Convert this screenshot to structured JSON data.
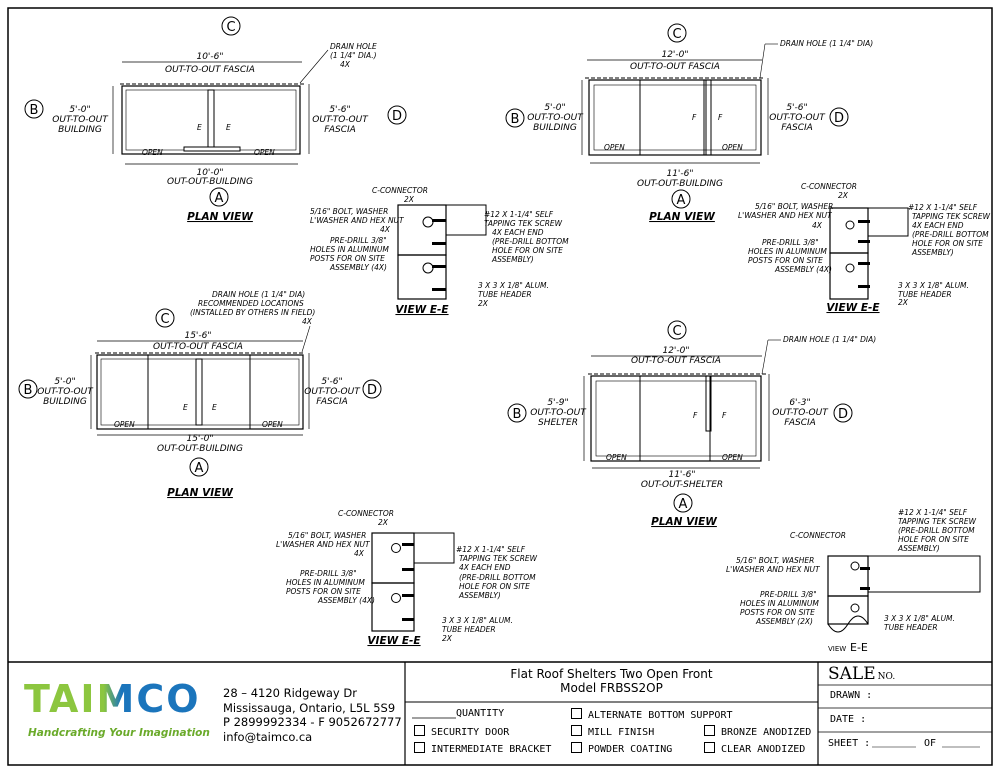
{
  "labels": {
    "c": "C",
    "a": "A",
    "b": "B",
    "d": "D",
    "e": "E",
    "f": "F",
    "open": "OPEN",
    "plan_view": "PLAN VIEW",
    "view_ee": "VIEW E-E",
    "view_ee_alt_1": "VIEW",
    "view_ee_alt_2": "E-E"
  },
  "plan1": {
    "top_dim": "10'-6\"",
    "top_sub": "OUT-TO-OUT FASCIA",
    "left_dim": "5'-0\"",
    "left_sub1": "OUT-TO-OUT",
    "left_sub2": "BUILDING",
    "right_dim": "5'-6\"",
    "right_sub1": "OUT-TO-OUT",
    "right_sub2": "FASCIA",
    "bottom_dim": "10'-0\"",
    "bottom_sub": "OUT-OUT-BUILDING",
    "drain1": "DRAIN HOLE",
    "drain2": "(1 1/4\" DIA.)",
    "drain3": "4X"
  },
  "plan2": {
    "top_dim": "12'-0\"",
    "top_sub": "OUT-TO-OUT FASCIA",
    "left_dim": "5'-0\"",
    "left_sub1": "OUT-TO-OUT",
    "left_sub2": "BUILDING",
    "right_dim": "5'-6\"",
    "right_sub1": "OUT-TO-OUT",
    "right_sub2": "FASCIA",
    "bottom_dim": "11'-6\"",
    "bottom_sub": "OUT-OUT-BUILDING",
    "drain": "DRAIN HOLE (1 1/4\" DIA)"
  },
  "plan3": {
    "drain1": "DRAIN HOLE (1 1/4\" DIA)",
    "drain2": "RECOMMENDED LOCATIONS",
    "drain3": "(INSTALLED BY OTHERS IN FIELD)",
    "drain4": "4X",
    "top_dim": "15'-6\"",
    "top_sub": "OUT-TO-OUT FASCIA",
    "left_dim": "5'-0\"",
    "left_sub1": "OUT-TO-OUT",
    "left_sub2": "BUILDING",
    "right_dim": "5'-6\"",
    "right_sub1": "OUT-TO-OUT",
    "right_sub2": "FASCIA",
    "bottom_dim": "15'-0\"",
    "bottom_sub": "OUT-OUT-BUILDING"
  },
  "plan4": {
    "top_dim": "12'-0\"",
    "top_sub": "OUT-TO-OUT FASCIA",
    "left_dim": "5'-9\"",
    "left_sub1": "OUT-TO-OUT",
    "left_sub2": "SHELTER",
    "right_dim": "6'-3\"",
    "right_sub1": "OUT-TO-OUT",
    "right_sub2": "FASCIA",
    "bottom_dim": "11'-6\"",
    "bottom_sub": "OUT-OUT-SHELTER",
    "drain": "DRAIN HOLE (1 1/4\" DIA)"
  },
  "detail": {
    "c_connector": "C-CONNECTOR",
    "c_connector_qty": "2X",
    "bolt1": "5/16\" BOLT, WASHER",
    "bolt2": "L'WASHER AND HEX NUT",
    "bolt_qty": "4X",
    "predrill1": "PRE-DRILL 3/8\"",
    "predrill2": "HOLES IN ALUMINUM",
    "predrill3": "POSTS FOR ON SITE",
    "predrill4": "ASSEMBLY (4X)",
    "predrill4_alt": "ASSEMBLY (2X)",
    "screw1": "#12 X 1-1/4\" SELF",
    "screw2": "TAPPING TEK SCREW",
    "screw3": "4X EACH END",
    "screw4": "(PRE-DRILL BOTTOM",
    "screw5": "HOLE FOR ON SITE",
    "screw6": "ASSEMBLY)",
    "tube1": "3 X 3 X 1/8\" ALUM.",
    "tube2": "TUBE HEADER",
    "tube3": "2X"
  },
  "title_block": {
    "logo": "TAIMCO",
    "tagline": "Handcrafting Your Imagination",
    "address1": "28 – 4120 Ridgeway Dr",
    "address2": "Mississauga, Ontario, L5L 5S9",
    "phone": "P 2899992334 - F 9052672777",
    "email": "info@taimco.ca",
    "title1": "Flat Roof Shelters Two Open Front",
    "title2": "Model FRBSS2OP",
    "quantity": "QUANTITY",
    "opt_security": "SECURITY DOOR",
    "opt_intermediate": "INTERMEDIATE BRACKET",
    "opt_alternate": "ALTERNATE BOTTOM SUPPORT",
    "opt_mill": "MILL FINISH",
    "opt_powder": "POWDER COATING",
    "opt_bronze": "BRONZE ANODIZED",
    "opt_clear": "CLEAR ANODIZED",
    "sale": "SALE",
    "sale_no": "NO.",
    "drawn": "DRAWN :",
    "date": "DATE :",
    "sheet": "SHEET :",
    "of": "OF"
  },
  "colors": {
    "logo_green": "#8cc63f",
    "logo_blue": "#1b75bc",
    "tagline_green": "#6aaa2a"
  }
}
